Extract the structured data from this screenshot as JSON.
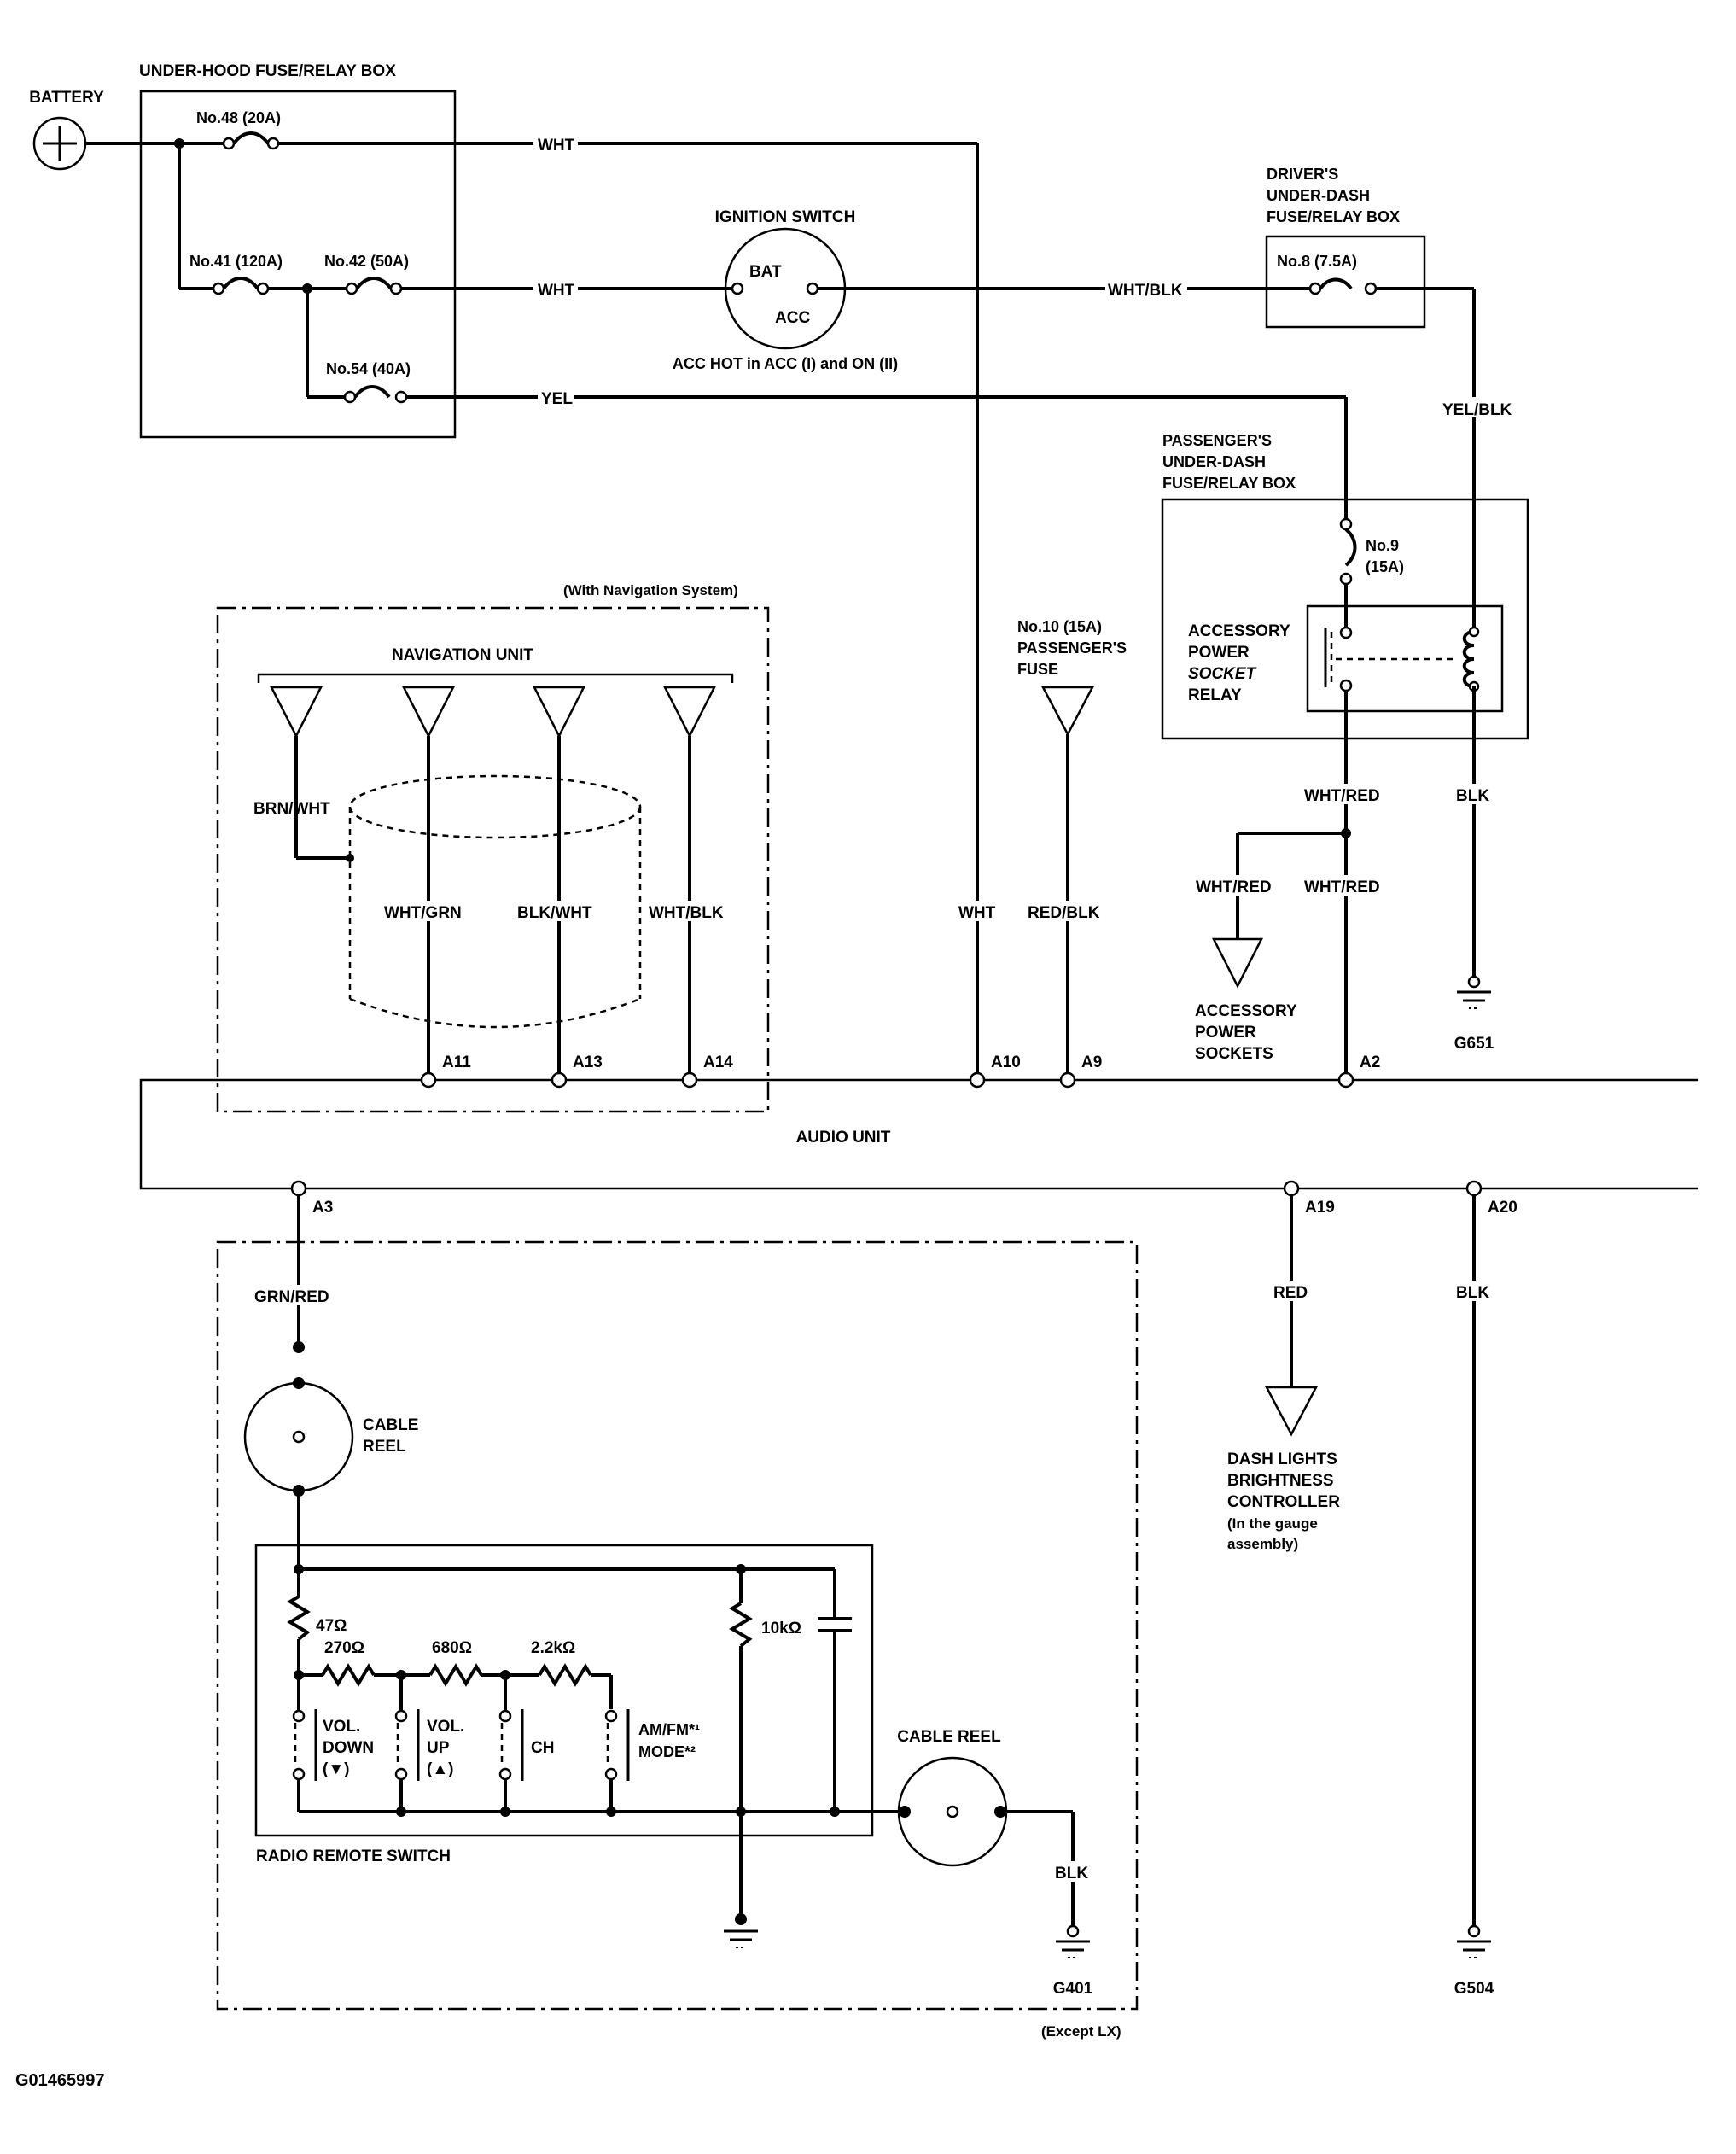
{
  "labels": {
    "battery": "BATTERY",
    "under_hood_box": "UNDER-HOOD FUSE/RELAY BOX",
    "fuse48": "No.48 (20A)",
    "fuse41": "No.41 (120A)",
    "fuse42": "No.42 (50A)",
    "fuse54": "No.54 (40A)",
    "ign_title": "IGNITION SWITCH",
    "ign_bat": "BAT",
    "ign_acc": "ACC",
    "acc_hot": "ACC HOT in ACC (I) and ON (II)",
    "driver_box": [
      "DRIVER'S",
      "UNDER-DASH",
      "FUSE/RELAY BOX"
    ],
    "fuse8": "No.8 (7.5A)",
    "passenger_box": [
      "PASSENGER'S",
      "UNDER-DASH",
      "FUSE/RELAY BOX"
    ],
    "fuse9": [
      "No.9",
      "(15A)"
    ],
    "relay": [
      "ACCESSORY",
      "POWER",
      "SOCKET",
      "RELAY"
    ],
    "fuse10": [
      "No.10 (15A)",
      "PASSENGER'S",
      "FUSE"
    ],
    "with_nav": "(With Navigation System)",
    "nav_unit": "NAVIGATION UNIT",
    "acc_sockets": [
      "ACCESSORY",
      "POWER",
      "SOCKETS"
    ],
    "audio_unit": "AUDIO UNIT",
    "cable_reel_1": [
      "CABLE",
      "REEL"
    ],
    "cable_reel_2": "CABLE REEL",
    "dash_lights": [
      "DASH LIGHTS",
      "BRIGHTNESS",
      "CONTROLLER",
      "(In the gauge",
      "assembly)"
    ],
    "r47": "47Ω",
    "r270": "270Ω",
    "r680": "680Ω",
    "r2k2": "2.2kΩ",
    "r10k": "10kΩ",
    "sw_voldown": [
      "VOL.",
      "DOWN",
      "(▼)"
    ],
    "sw_volup": [
      "VOL.",
      "UP",
      "(▲)"
    ],
    "sw_ch": "CH",
    "sw_amfm": [
      "AM/FM*¹",
      "MODE*²"
    ],
    "radio_remote": "RADIO REMOTE SWITCH",
    "except_lx": "(Except LX)",
    "g401": "G401",
    "g504": "G504",
    "g651": "G651",
    "figure_id": "G01465997"
  },
  "wires": {
    "wht_top": "WHT",
    "wht_mid": "WHT",
    "yel": "YEL",
    "wht_blk_top": "WHT/BLK",
    "yel_blk": "YEL/BLK",
    "wht_red_1": "WHT/RED",
    "wht_red_2": "WHT/RED",
    "wht_red_3": "WHT/RED",
    "blk_relay": "BLK",
    "brn_wht": "BRN/WHT",
    "wht_grn": "WHT/GRN",
    "blk_wht": "BLK/WHT",
    "wht_blk_nav": "WHT/BLK",
    "wht_a10": "WHT",
    "red_blk": "RED/BLK",
    "grn_red": "GRN/RED",
    "red_a19": "RED",
    "blk_a20": "BLK",
    "blk_g401": "BLK"
  },
  "connectors": {
    "a11": "A11",
    "a13": "A13",
    "a14": "A14",
    "a10": "A10",
    "a9": "A9",
    "a2": "A2",
    "a3": "A3",
    "a19": "A19",
    "a20": "A20"
  }
}
